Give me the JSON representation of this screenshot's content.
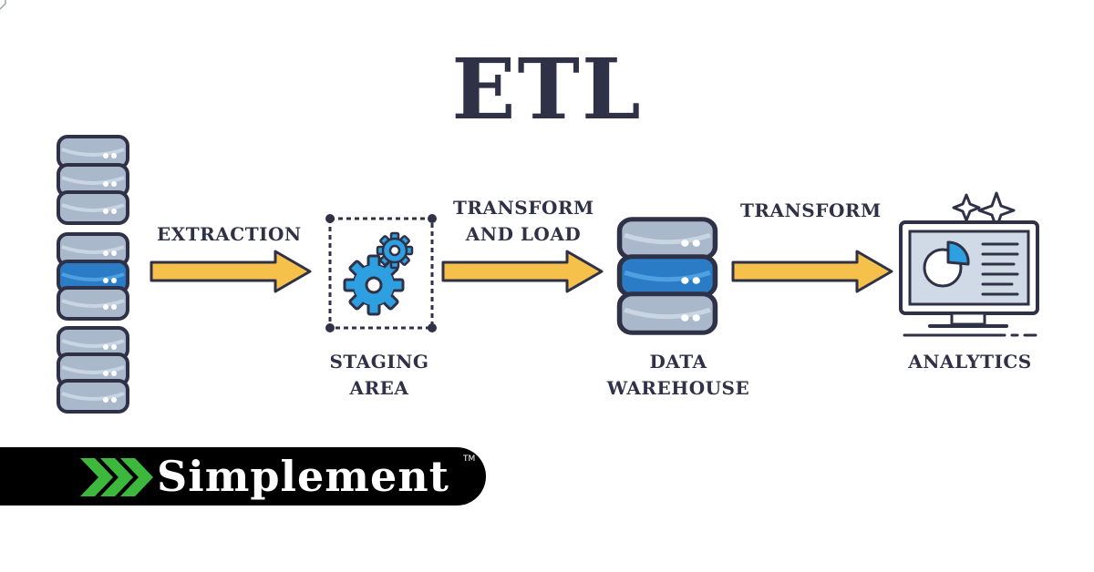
{
  "title": "ETL",
  "labels": {
    "extraction": "EXTRACTION",
    "transform_and_load": [
      "TRANSFORM",
      "AND LOAD"
    ],
    "transform": "TRANSFORM",
    "staging_area": [
      "STAGING",
      "AREA"
    ],
    "data_warehouse": [
      "DATA",
      "WAREHOUSE"
    ],
    "analytics": "ANALYTICS"
  },
  "brand": {
    "name": "Simplement",
    "trademark": "TM"
  },
  "colors": {
    "title": "#2f3147",
    "arrow": "#f6c14b",
    "db_gray": "#a9b9cb",
    "db_blue": "#2a7cc7",
    "gear_blue": "#2e9fe0",
    "logo_green": "#3cb93c"
  }
}
